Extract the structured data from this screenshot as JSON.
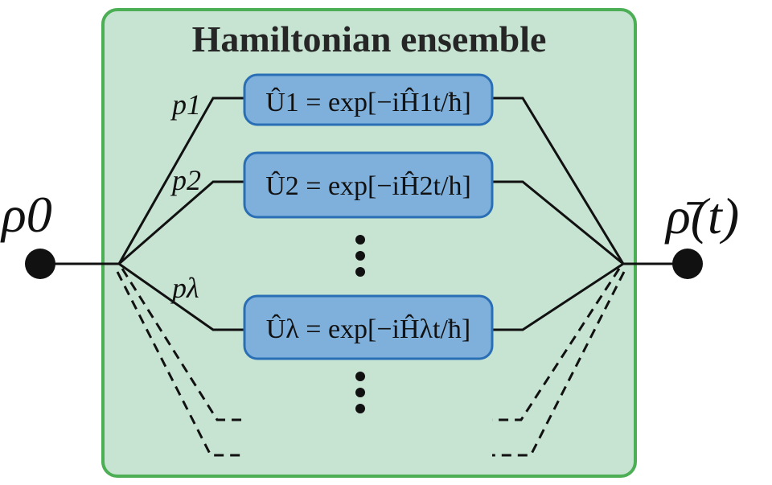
{
  "diagram": {
    "title": "Hamiltonian ensemble",
    "initial_state": "ρ0",
    "final_state": "ρ̄(t)",
    "branches": [
      {
        "prob": "p1",
        "label": "Û1 = exp[−iĤ1t/ħ]"
      },
      {
        "prob": "p2",
        "label": "Û2 = exp[−iĤ2t/h]"
      },
      {
        "prob": "pλ",
        "label": "Ûλ = exp[−iĤλt/ħ]"
      }
    ],
    "colors": {
      "ensemble_fill": "#c7e4d3",
      "ensemble_border": "#4cae55",
      "box_fill": "#7fb0dc",
      "box_border": "#2a6fb5",
      "line": "#111111"
    }
  }
}
